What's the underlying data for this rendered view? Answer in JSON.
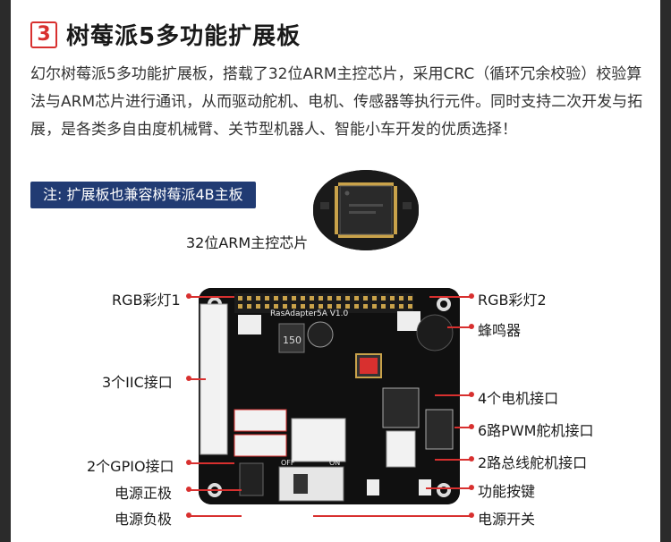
{
  "header": {
    "number": "3",
    "title": "树莓派5多功能扩展板"
  },
  "description": "幻尔树莓派5多功能扩展板，搭载了32位ARM主控芯片，采用CRC（循环冗余校验）校验算法与ARM芯片进行通讯，从而驱动舵机、电机、传感器等执行元件。同时支持二次开发与拓展，是各类多自由度机械臂、关节型机器人、智能小车开发的优质选择！",
  "note": "注: 扩展板也兼容树莓派4B主板",
  "board": {
    "model_text": "RasAdapter5A V1.0",
    "off": "OFF",
    "on": "ON",
    "inductor": "150"
  },
  "labels": {
    "arm_chip": "32位ARM主控芯片",
    "rgb1": "RGB彩灯1",
    "rgb2": "RGB彩灯2",
    "buzzer": "蜂鸣器",
    "iic": "3个IIC接口",
    "motor": "4个电机接口",
    "pwm": "6路PWM舵机接口",
    "gpio": "2个GPIO接口",
    "bus_servo": "2路总线舵机接口",
    "power_pos": "电源正极",
    "func_key": "功能按键",
    "power_neg": "电源负极",
    "power_switch": "电源开关"
  },
  "colors": {
    "accent": "#d8302f",
    "note_bg": "#213b73",
    "board": "#101010"
  }
}
